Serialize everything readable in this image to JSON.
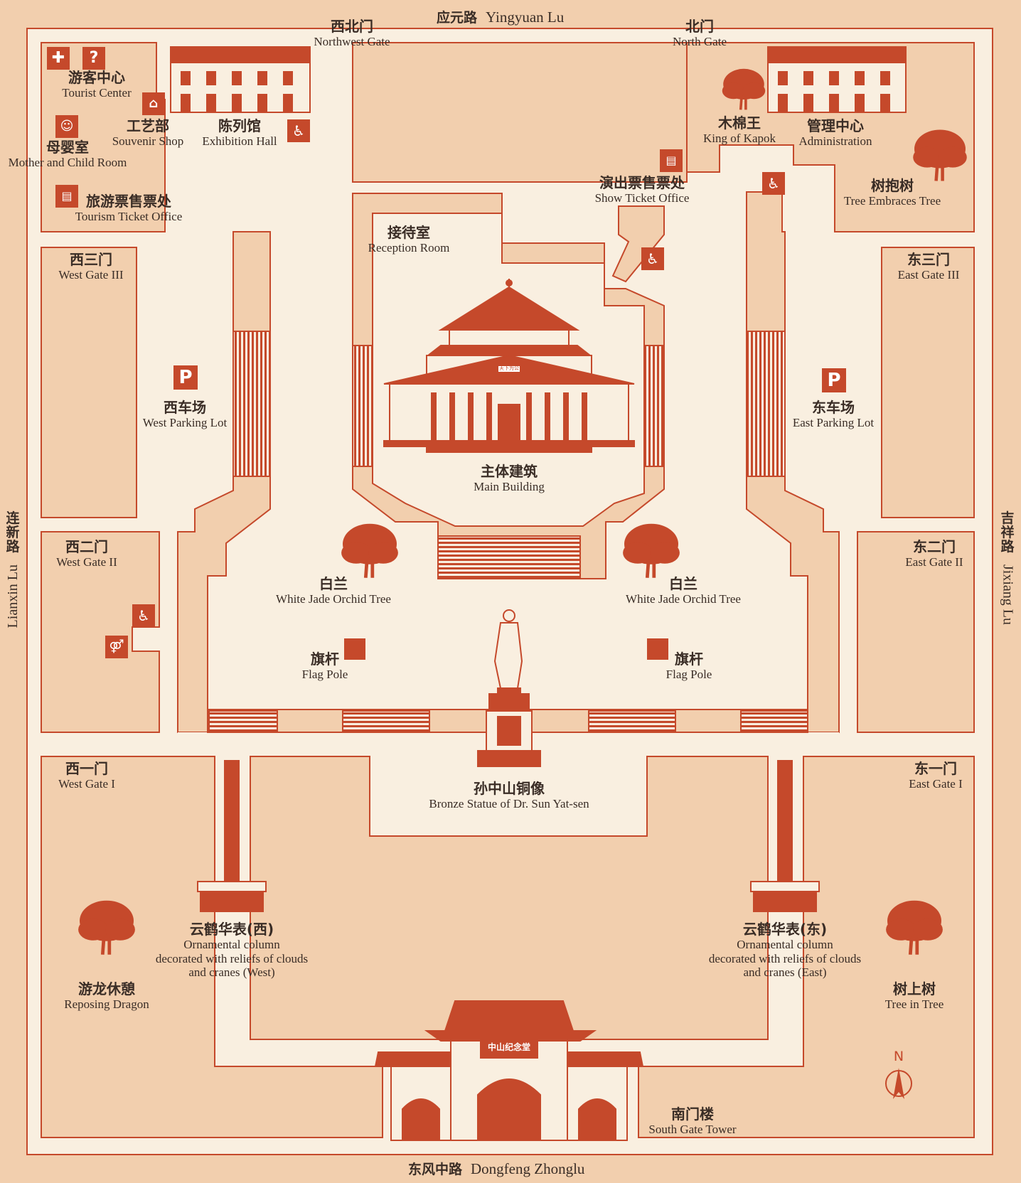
{
  "roads": {
    "north": {
      "zh": "应元路",
      "en": "Yingyuan Lu"
    },
    "south": {
      "zh": "东风中路",
      "en": "Dongfeng Zhonglu"
    },
    "west": {
      "zh": "连新路",
      "en": "Lianxin Lu"
    },
    "east": {
      "zh": "吉祥路",
      "en": "Jixiang Lu"
    }
  },
  "places": {
    "northwest_gate": {
      "zh": "西北门",
      "en": "Northwest Gate"
    },
    "north_gate": {
      "zh": "北门",
      "en": "North Gate"
    },
    "tourist_center": {
      "zh": "游客中心",
      "en": "Tourist Center"
    },
    "souvenir_shop": {
      "zh": "工艺部",
      "en": "Souvenir Shop"
    },
    "exhibition_hall": {
      "zh": "陈列馆",
      "en": "Exhibition Hall"
    },
    "mother_child": {
      "zh": "母婴室",
      "en": "Mother and Child Room"
    },
    "tourism_ticket": {
      "zh": "旅游票售票处",
      "en": "Tourism Ticket Office"
    },
    "king_kapok": {
      "zh": "木棉王",
      "en": "King of Kapok"
    },
    "administration": {
      "zh": "管理中心",
      "en": "Administration"
    },
    "show_ticket": {
      "zh": "演出票售票处",
      "en": "Show Ticket Office"
    },
    "tree_embraces": {
      "zh": "树抱树",
      "en": "Tree Embraces Tree"
    },
    "reception_room": {
      "zh": "接待室",
      "en": "Reception Room"
    },
    "west_gate_3": {
      "zh": "西三门",
      "en": "West Gate III"
    },
    "east_gate_3": {
      "zh": "东三门",
      "en": "East Gate III"
    },
    "west_parking": {
      "zh": "西车场",
      "en": "West Parking Lot"
    },
    "east_parking": {
      "zh": "东车场",
      "en": "East Parking Lot"
    },
    "main_building": {
      "zh": "主体建筑",
      "en": "Main Building"
    },
    "west_gate_2": {
      "zh": "西二门",
      "en": "West Gate II"
    },
    "east_gate_2": {
      "zh": "东二门",
      "en": "East Gate II"
    },
    "orchid_west": {
      "zh": "白兰",
      "en": "White Jade Orchid Tree"
    },
    "orchid_east": {
      "zh": "白兰",
      "en": "White Jade Orchid Tree"
    },
    "flag_west": {
      "zh": "旗杆",
      "en": "Flag Pole"
    },
    "flag_east": {
      "zh": "旗杆",
      "en": "Flag Pole"
    },
    "west_gate_1": {
      "zh": "西一门",
      "en": "West Gate I"
    },
    "east_gate_1": {
      "zh": "东一门",
      "en": "East Gate I"
    },
    "bronze_statue": {
      "zh": "孙中山铜像",
      "en": "Bronze Statue of Dr. Sun Yat-sen"
    },
    "column_west": {
      "zh": "云鹤华表(西)",
      "en1": "Ornamental column",
      "en2": "decorated with reliefs of clouds",
      "en3": "and cranes (West)"
    },
    "column_east": {
      "zh": "云鹤华表(东)",
      "en1": "Ornamental column",
      "en2": "decorated with reliefs of clouds",
      "en3": "and cranes (East)"
    },
    "reposing_dragon": {
      "zh": "游龙休憩",
      "en": "Reposing Dragon"
    },
    "tree_in_tree": {
      "zh": "树上树",
      "en": "Tree in Tree"
    },
    "south_gate_tower": {
      "zh": "南门楼",
      "en": "South Gate Tower"
    }
  },
  "south_gate_plaque": "中山纪念堂",
  "main_building_plaque": "天下为公",
  "compass_label": "N",
  "parking_symbol": "P",
  "icons": {
    "first_aid": "first-aid-icon",
    "info": "info-icon",
    "info_symbol": "?",
    "shop": "shop-icon",
    "wheelchair": "wheelchair-icon",
    "baby": "baby-care-icon",
    "ticket": "ticket-icon",
    "toilet": "toilet-icon",
    "parking": "parking-icon",
    "tree": "tree-icon"
  },
  "colors": {
    "accent": "#c5492b",
    "block_fill": "#f2cfae",
    "background": "#f9efe0",
    "text": "#3a2d26"
  }
}
